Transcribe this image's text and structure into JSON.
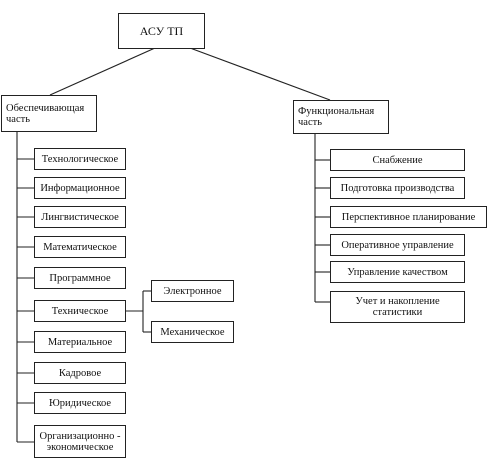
{
  "root": {
    "label": "АСУ ТП"
  },
  "left_branch": {
    "label": "Обеспечивающая часть",
    "items": [
      "Технологическое",
      "Информационное",
      "Лингвистическое",
      "Математическое",
      "Программное",
      "Техническое",
      "Материальное",
      "Кадровое",
      "Юридическое",
      "Организационно - экономическое"
    ],
    "technical_subitems": [
      "Электронное",
      "Механическое"
    ]
  },
  "right_branch": {
    "label": "Функциональная часть",
    "items": [
      "Снабжение",
      "Подготовка производства",
      "Перспективное планирование",
      "Оперативное управление",
      "Управление качеством",
      "Учет и накопление статистики"
    ]
  }
}
